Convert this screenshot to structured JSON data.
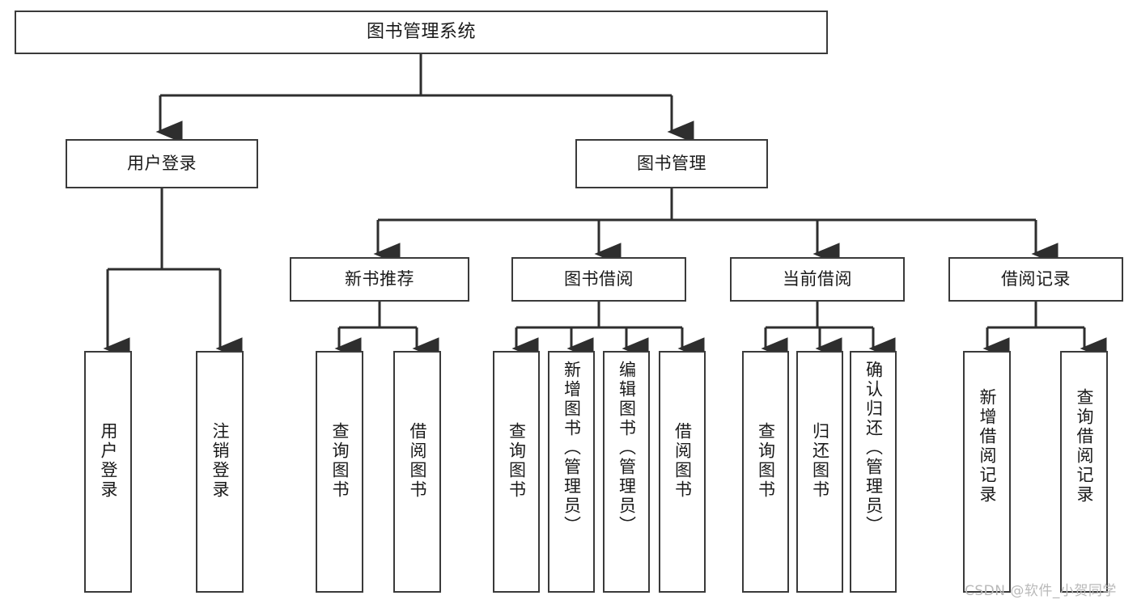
{
  "diagram": {
    "type": "tree-hierarchy",
    "title": "图书管理系统",
    "watermark": "CSDN @软件_小贺同学",
    "colors": {
      "box_border": "#3a3a3a",
      "box_fill": "#ffffff",
      "connector": "#2e2e2e",
      "text": "#1a1a1a",
      "watermark": "#b9b9b9",
      "background": "#ffffff"
    },
    "nodes": {
      "root": {
        "label": "图书管理系统",
        "level": 1
      },
      "level2": [
        {
          "id": "user-login",
          "label": "用户登录"
        },
        {
          "id": "book-manage",
          "label": "图书管理"
        }
      ],
      "level3": [
        {
          "id": "new-book-recommend",
          "label": "新书推荐",
          "parent": "book-manage"
        },
        {
          "id": "book-borrow",
          "label": "图书借阅",
          "parent": "book-manage"
        },
        {
          "id": "current-borrow",
          "label": "当前借阅",
          "parent": "book-manage"
        },
        {
          "id": "borrow-record",
          "label": "借阅记录",
          "parent": "book-manage"
        }
      ],
      "leaves": [
        {
          "id": "leaf-user-login",
          "label": "用户登录",
          "parent": "user-login"
        },
        {
          "id": "leaf-logout-login",
          "label": "注销登录",
          "parent": "user-login"
        },
        {
          "id": "leaf-query-book-1",
          "label": "查询图书",
          "parent": "new-book-recommend"
        },
        {
          "id": "leaf-borrow-book-1",
          "label": "借阅图书",
          "parent": "new-book-recommend"
        },
        {
          "id": "leaf-query-book-2",
          "label": "查询图书",
          "parent": "book-borrow"
        },
        {
          "id": "leaf-add-book",
          "label": "新增图书（管理员）",
          "parent": "book-borrow"
        },
        {
          "id": "leaf-edit-book",
          "label": "编辑图书（管理员）",
          "parent": "book-borrow"
        },
        {
          "id": "leaf-borrow-book-2",
          "label": "借阅图书",
          "parent": "book-borrow"
        },
        {
          "id": "leaf-query-book-3",
          "label": "查询图书",
          "parent": "current-borrow"
        },
        {
          "id": "leaf-return-book",
          "label": "归还图书",
          "parent": "current-borrow"
        },
        {
          "id": "leaf-confirm-return",
          "label": "确认归还（管理员）",
          "parent": "current-borrow"
        },
        {
          "id": "leaf-add-record",
          "label": "新增借阅记录",
          "parent": "borrow-record"
        },
        {
          "id": "leaf-query-record",
          "label": "查询借阅记录",
          "parent": "borrow-record"
        }
      ]
    }
  }
}
